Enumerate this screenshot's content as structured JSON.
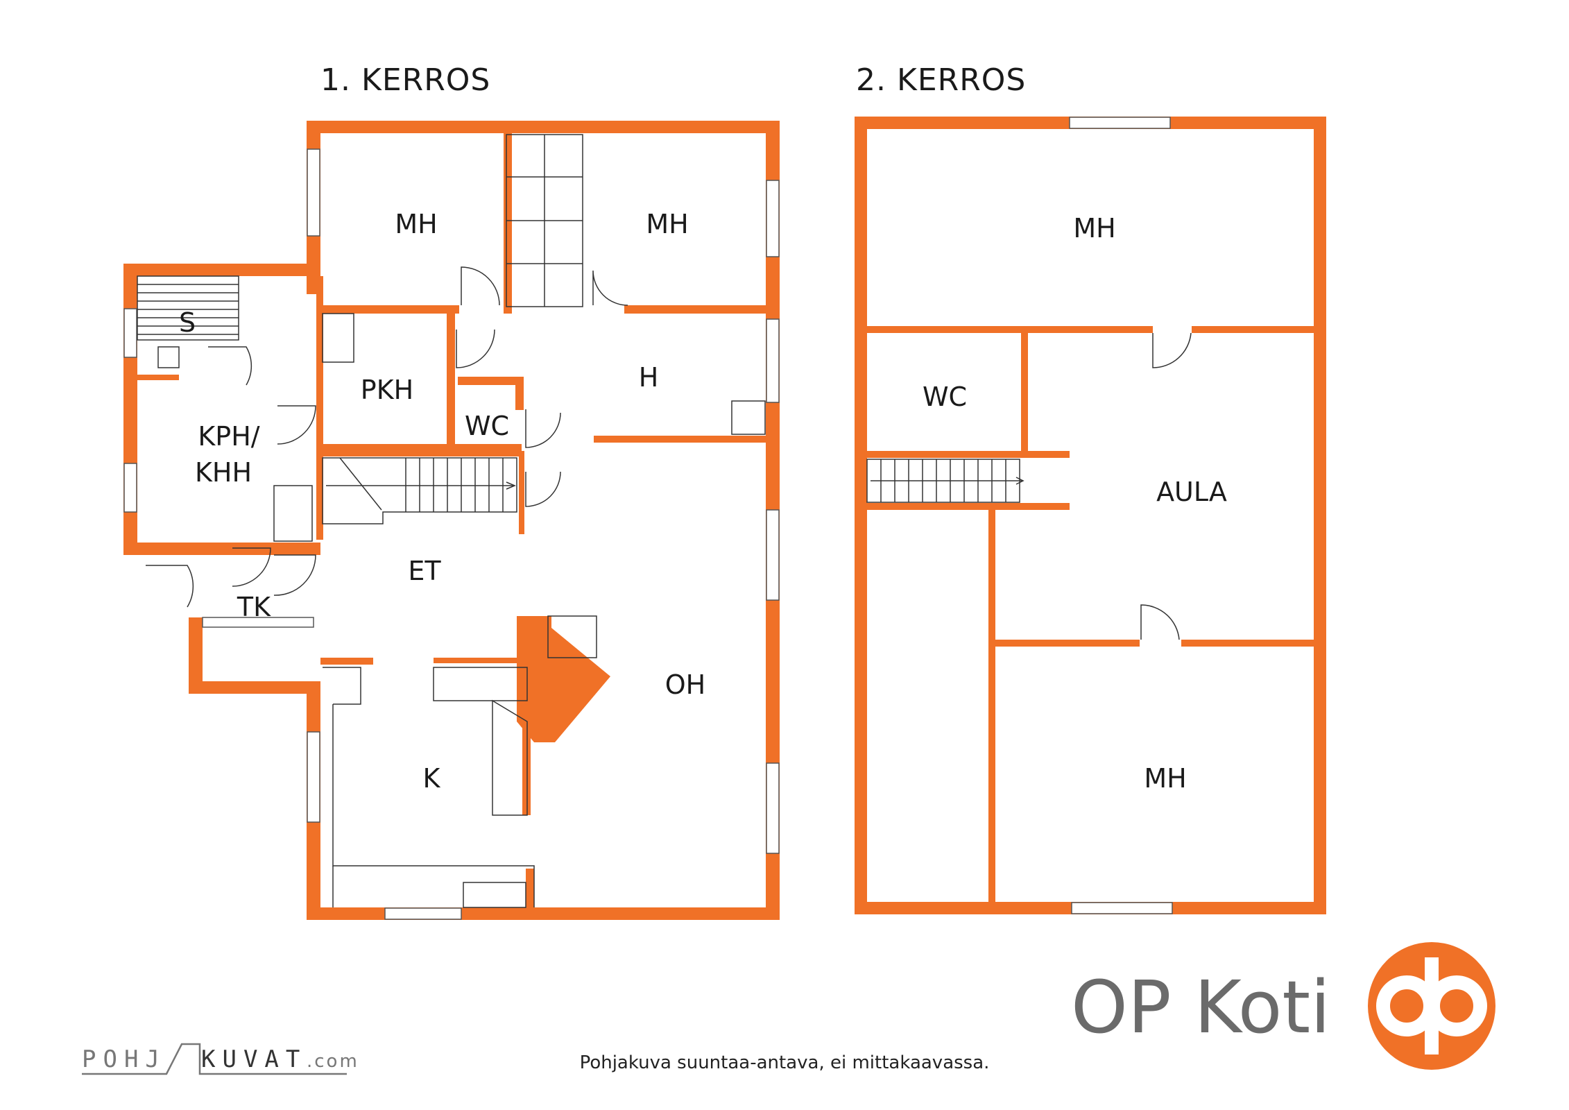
{
  "floors": [
    {
      "title": "1. KERROS"
    },
    {
      "title": "2. KERROS"
    }
  ],
  "rooms": {
    "f1": {
      "mh_left": "MH",
      "mh_right": "MH",
      "s": "S",
      "pkh": "PKH",
      "h": "H",
      "wc": "WC",
      "kph_line1": "KPH/",
      "kph_line2": "KHH",
      "et": "ET",
      "tk": "TK",
      "oh": "OH",
      "k": "K"
    },
    "f2": {
      "mh_top": "MH",
      "wc": "WC",
      "aula": "AULA",
      "mh_bottom": "MH"
    }
  },
  "footer": {
    "note": "Pohjakuva suuntaa-antava, ei mittakaavassa.",
    "watermark_left": "POHJ",
    "watermark_right": "KUVAT",
    "watermark_tld": ".com",
    "brand": "OP Koti"
  },
  "colors": {
    "wall": "#f07127",
    "line": "#222222",
    "text": "#1a1a1a",
    "brand_text": "#6b6b6b"
  }
}
